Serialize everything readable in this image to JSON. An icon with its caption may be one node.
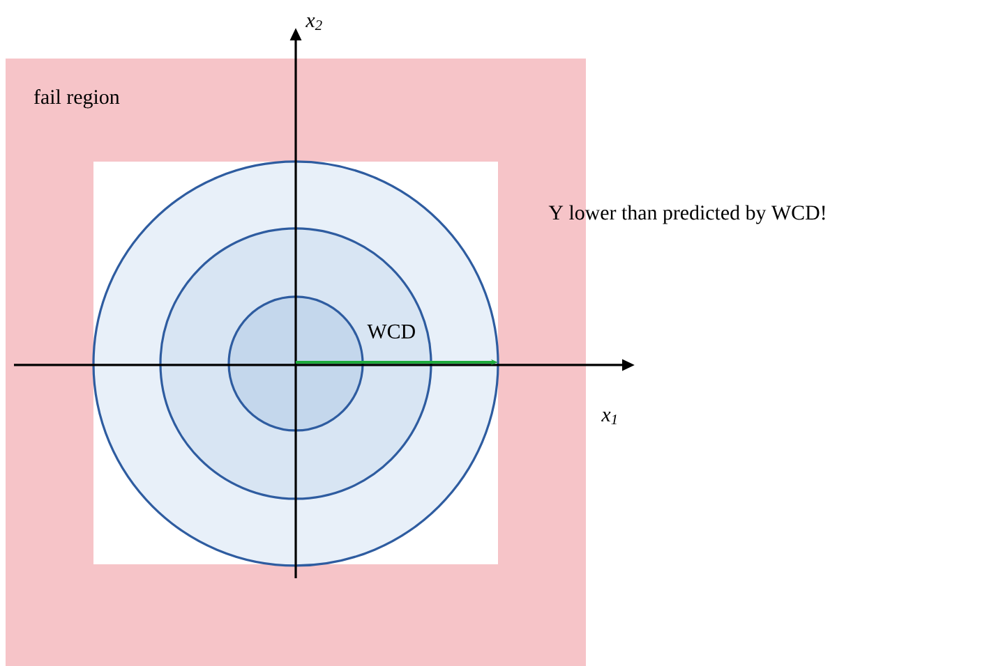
{
  "diagram": {
    "nodes": [
      {
        "text": [
          "fail region"
        ]
      }
    ],
    "labels": [
      "x$_{2}$",
      "WCD",
      "Y lower than predicted by WCD!",
      "x$_{1}$"
    ]
  }
}
